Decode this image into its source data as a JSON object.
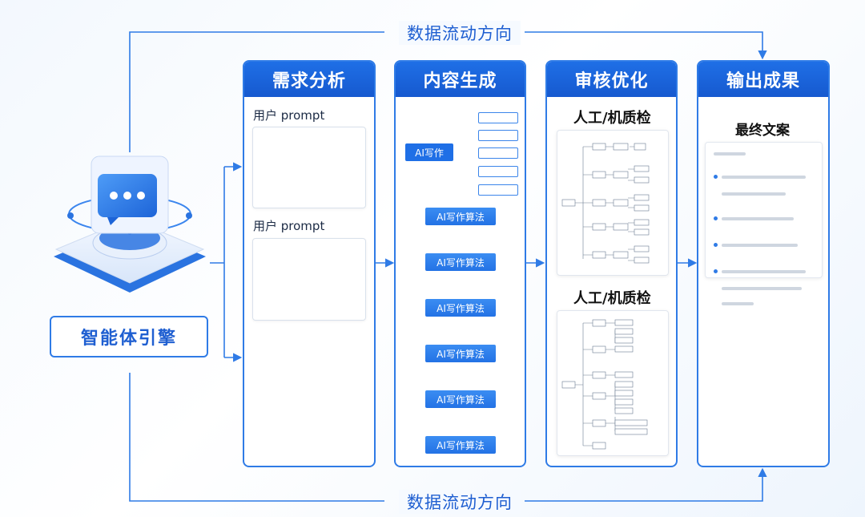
{
  "flow": {
    "top_label": "数据流动方向",
    "bottom_label": "数据流动方向"
  },
  "engine": {
    "label": "智能体引擎"
  },
  "columns": [
    {
      "title": "需求分析"
    },
    {
      "title": "内容生成"
    },
    {
      "title": "审核优化"
    },
    {
      "title": "输出成果"
    }
  ],
  "analysis": {
    "prompts": [
      "用户 prompt",
      "用户 prompt"
    ]
  },
  "generation": {
    "ai_write": "AI写作",
    "algorithms": [
      "AI写作算法",
      "AI写作算法",
      "AI写作算法",
      "AI写作算法",
      "AI写作算法",
      "AI写作算法"
    ]
  },
  "review": {
    "titles": [
      "人工/机质检",
      "人工/机质检"
    ]
  },
  "output": {
    "title": "最终文案"
  },
  "colors": {
    "primary": "#1f6fe6",
    "border": "#2f7be6",
    "arrow": "#2f7be6"
  }
}
